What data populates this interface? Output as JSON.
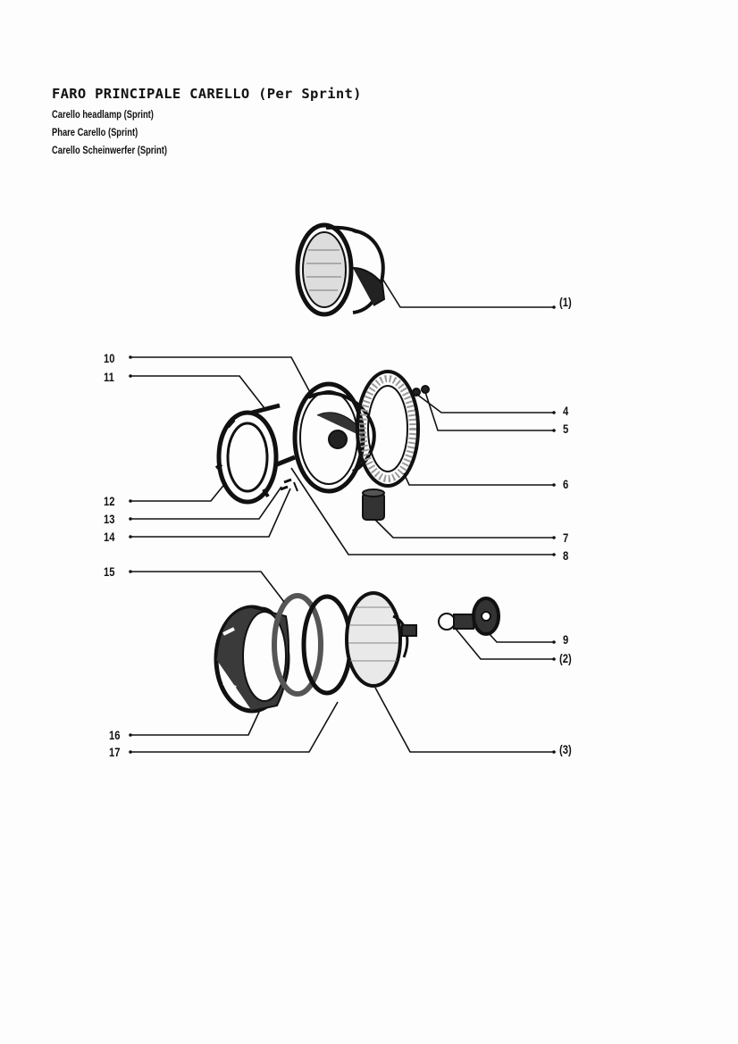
{
  "header": {
    "title": "FARO PRINCIPALE CARELLO (Per Sprint)",
    "subtitle_en": "Carello headlamp (Sprint)",
    "subtitle_fr": "Phare Carello (Sprint)",
    "subtitle_de": "Carello Scheinwerfer (Sprint)"
  },
  "callouts": {
    "c1": "(1)",
    "c2": "(2)",
    "c3": "(3)",
    "n4": "4",
    "n5": "5",
    "n6": "6",
    "n7": "7",
    "n8": "8",
    "n9": "9",
    "n10": "10",
    "n11": "11",
    "n12": "12",
    "n13": "13",
    "n14": "14",
    "n15": "15",
    "n16": "16",
    "n17": "17"
  },
  "colors": {
    "ink": "#111111",
    "paper": "#fdfdfd",
    "grey": "#8a8a8a"
  }
}
